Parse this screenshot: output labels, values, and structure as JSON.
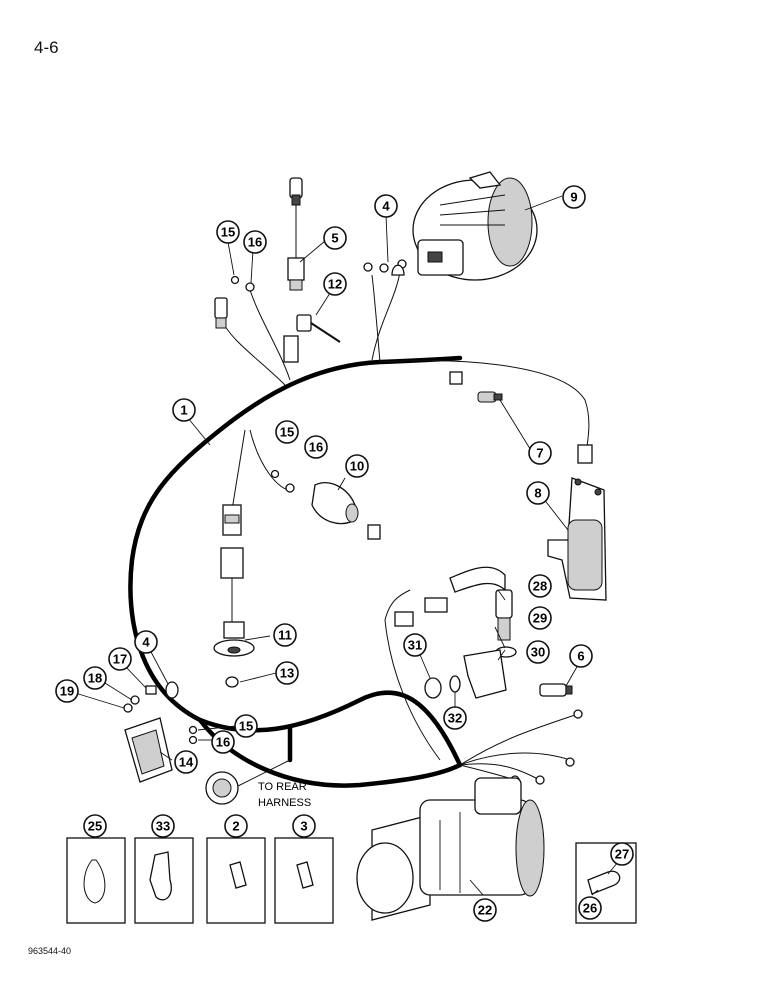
{
  "page_number": "4-6",
  "document_code": "963544-40",
  "note": [
    "TO REAR",
    "HARNESS"
  ],
  "callouts": [
    "1",
    "2",
    "3",
    "4",
    "5",
    "6",
    "7",
    "8",
    "9",
    "10",
    "11",
    "12",
    "13",
    "14",
    "15",
    "16",
    "17",
    "18",
    "19",
    "22",
    "25",
    "26",
    "27",
    "28",
    "29",
    "30",
    "31",
    "32",
    "33"
  ]
}
